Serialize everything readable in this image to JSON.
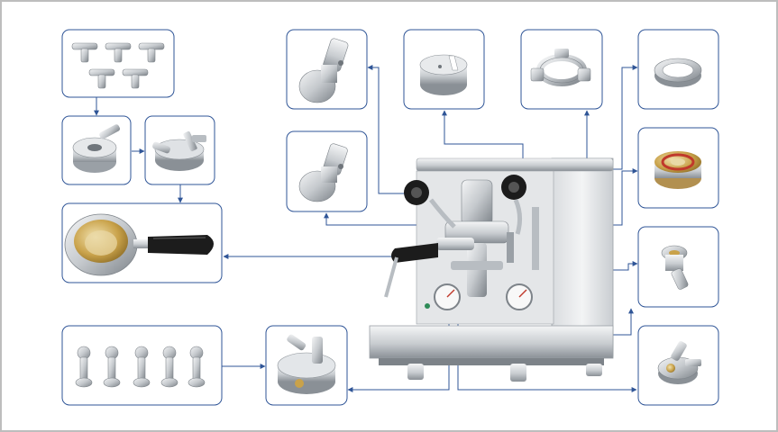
{
  "diagram": {
    "colors": {
      "frame_border": "#bdbdbd",
      "box_border": "#2f5597",
      "arrow": "#2f5597",
      "metal_light": "#eef0f2",
      "metal_mid": "#c5c9cd",
      "metal_dark": "#7d8389",
      "brass": "#c9a24a",
      "red_seal": "#c0392b",
      "handle_black": "#1c1c1c"
    },
    "parts": [
      {
        "id": "t-fittings-group",
        "icon": "t-fitting-icon"
      },
      {
        "id": "group-head-casting",
        "icon": "group-casting-icon"
      },
      {
        "id": "group-head-assembled",
        "icon": "group-head-icon"
      },
      {
        "id": "portafilter",
        "icon": "portafilter-icon"
      },
      {
        "id": "bolts-set",
        "icon": "bolt-icon"
      },
      {
        "id": "brew-group-assembly",
        "icon": "brew-group-icon"
      },
      {
        "id": "valve-body-top",
        "icon": "valve-body-icon"
      },
      {
        "id": "valve-body-middle",
        "icon": "valve-body-icon"
      },
      {
        "id": "cup-ring",
        "icon": "cup-ring-icon"
      },
      {
        "id": "clamp-bracket",
        "icon": "clamp-icon"
      },
      {
        "id": "flange-ring",
        "icon": "flange-icon"
      },
      {
        "id": "seal-housing",
        "icon": "seal-housing-icon"
      },
      {
        "id": "nozzle-casting",
        "icon": "nozzle-icon"
      },
      {
        "id": "valve-fitting",
        "icon": "valve-fitting-icon"
      }
    ],
    "center": {
      "id": "espresso-machine",
      "icon": "espresso-machine-icon"
    }
  }
}
